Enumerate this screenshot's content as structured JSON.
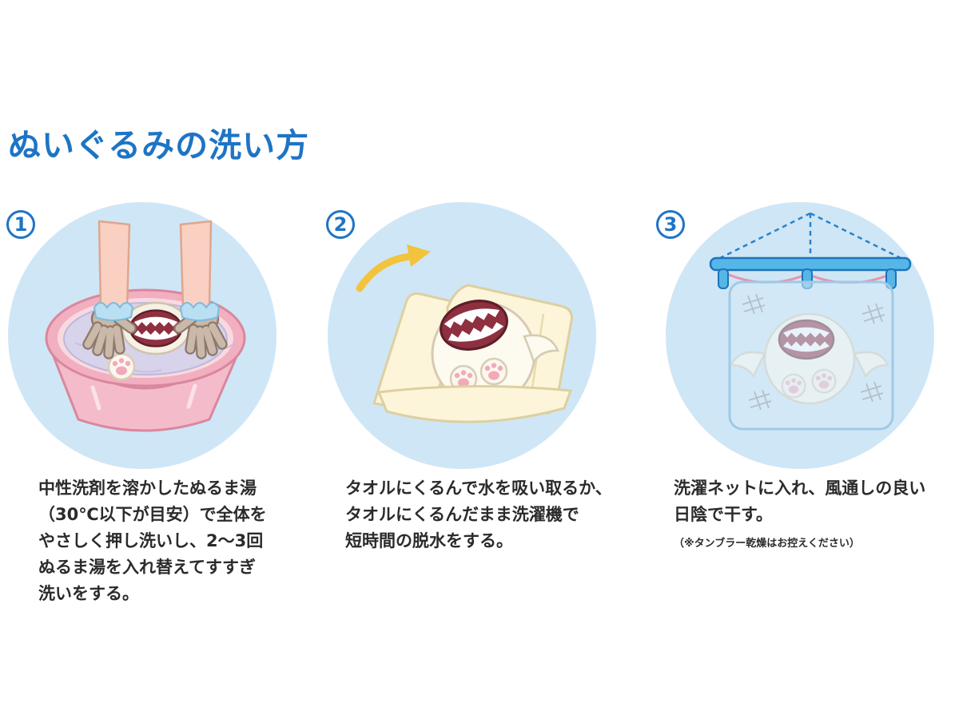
{
  "page": {
    "title": "ぬいぐるみの洗い方"
  },
  "colors": {
    "accent_blue": "#1e74c5",
    "circle_bg": "#cfe6f6",
    "basin_pink": "#f2afc0",
    "water_lavender": "#d7d3eb",
    "towel_cream": "#fcf5da",
    "mouth_maroon": "#8e3040",
    "net_blue": "#56b6e8",
    "arrow_yellow": "#f3c33c",
    "caption_text": "#2b2b2b"
  },
  "steps": [
    {
      "number": "1",
      "illustration": "plush-pressed-washed-in-basin",
      "caption": "中性洗剤を溶かしたぬるま湯\n（30℃以下が目安）で全体を\nやさしく押し洗いし、2〜3回\nぬるま湯を入れ替えてすすぎ\n洗いをする。",
      "note": ""
    },
    {
      "number": "2",
      "illustration": "plush-wrapped-in-towel",
      "caption": "タオルにくるんで水を吸い取るか、\nタオルにくるんだまま洗濯機で\n短時間の脱水をする。",
      "note": ""
    },
    {
      "number": "3",
      "illustration": "plush-in-laundry-net-hanging-to-dry",
      "caption": "洗濯ネットに入れ、風通しの良い\n日陰で干す。",
      "note": "（※タンブラー乾燥はお控えください）"
    }
  ]
}
